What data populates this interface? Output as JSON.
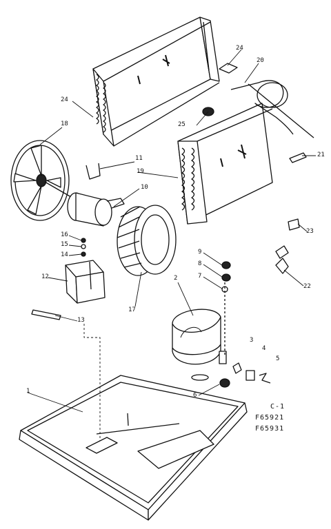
{
  "callouts": {
    "c1": "1",
    "c2": "2",
    "c3": "3",
    "c4": "4",
    "c5": "5",
    "c6": "6",
    "c7": "7",
    "c8": "8",
    "c9": "9",
    "c10": "10",
    "c11": "11",
    "c12": "12",
    "c13": "13",
    "c14": "14",
    "c15": "15",
    "c16": "16",
    "c17": "17",
    "c18": "18",
    "c19": "19",
    "c20": "20",
    "c21": "21",
    "c22": "22",
    "c23": "23",
    "c24a": "24",
    "c24b": "24",
    "c25": "25"
  },
  "caption": {
    "line1": "C-1",
    "line2": "F65921",
    "line3": "F65931"
  }
}
